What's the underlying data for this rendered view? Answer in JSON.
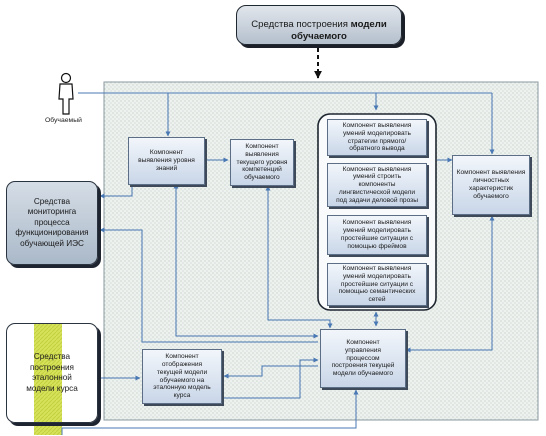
{
  "diagram": {
    "header": {
      "text_pre": "Средства построения ",
      "text_bold": "модели обучаемого"
    },
    "student_label": "Обучаемый",
    "monitoring": "Средства\nмониторинга\nпроцесса\nфункционирования\nобучающей ИЭС",
    "etalon": "Средства\nпостроения\nэталонной\nмодели курса",
    "components": {
      "knowledge": "Компонент\nвыявления уровня\nзнаний",
      "competence": "Компонент\nвыявления\nтекущего уровня\nкомпетенций\nобучаемого",
      "skill_strategy": "Компонент выявления\nумений моделировать\nстратегии прямого/\nобратного вывода",
      "skill_linguistic": "Компонент выявления\nумений строить\nкомпоненты\nлингвистической модели\nпод задачи деловой прозы",
      "skill_frames": "Компонент выявления\nумений моделировать\nпростейшие ситуации с\nпомощью фреймов",
      "skill_semnet": "Компонент выявления\nумений моделировать\nпростейшие ситуации с\nпомощью семантических\nсетей",
      "personal": "Компонент выявления\nличностных\nхарактеристик\nобучаемого",
      "display": "Компонент\nотображения\nтекущей модели\nобучаемого на\nэталонную модель\nкурса",
      "control": "Компонент\nуправления\nпроцессом\nпостроения текущей\nмодели обучаемого"
    }
  }
}
